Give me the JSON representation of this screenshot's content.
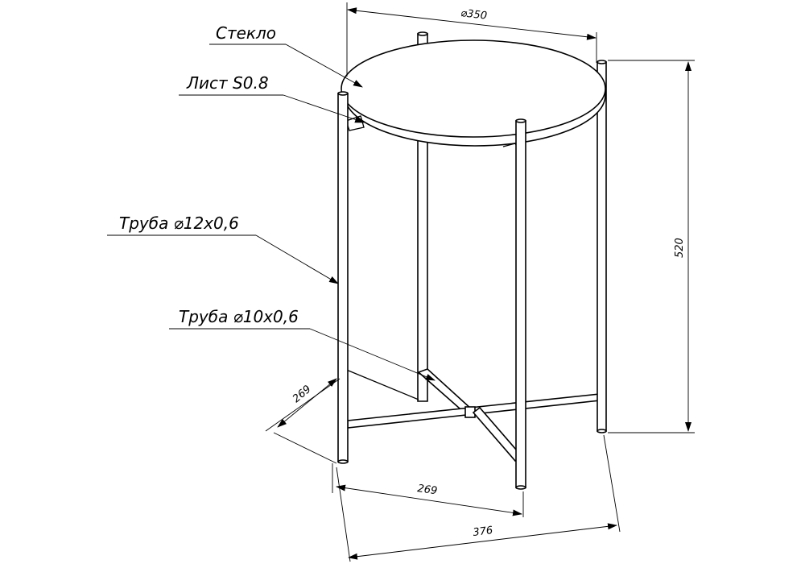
{
  "callouts": {
    "glass": "Стекло",
    "sheet": "Лист S0.8",
    "tube12": "Труба ⌀12x0,6",
    "tube10": "Труба ⌀10x0,6"
  },
  "dimensions": {
    "diameter": "⌀350",
    "height": "520",
    "depth": "269",
    "inner_width": "269",
    "overall_width": "376"
  }
}
